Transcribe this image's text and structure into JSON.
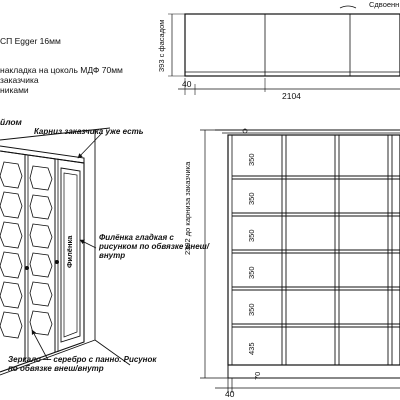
{
  "notes": {
    "line1": "СП Egger 16мм",
    "line2": "накладка на цоколь МДФ 70мм",
    "line3": "заказчика",
    "line4": "никами",
    "cropped_top_left": "йлом",
    "cornice": "Карниз заказчика уже есть",
    "panel_label": "Филёнка",
    "panel_note": "Филёнка гладкая с рисунком по обвязке внеш/внутр",
    "mirror_note": "Зеркало — серебро с панно. Рисунок по обвязке внеш/внутр"
  },
  "plan": {
    "depth_label": "393 с фасадом",
    "width_label": "2104",
    "left_offset": "40",
    "cropped_label": "Сдвоенн"
  },
  "elevation": {
    "height_label": "2392 до карниза заказчика",
    "shelves": [
      "350",
      "350",
      "350",
      "350",
      "350",
      "435"
    ],
    "bottom_left": "40",
    "plinth": "70"
  }
}
